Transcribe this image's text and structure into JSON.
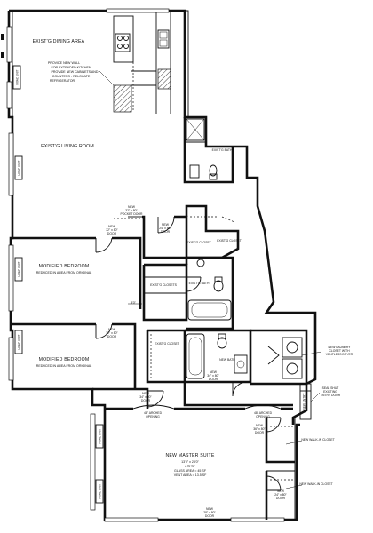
{
  "rooms": {
    "dining": "EXIST'G DINING AREA",
    "living": "EXIST'G LIVING ROOM",
    "bedroom1": "MODIFIED BEDROOM",
    "bedroom1_note": "REDUCED IN AREA FROM ORIGINAL",
    "bedroom2": "MODIFIED BEDROOM",
    "bedroom2_note": "REDUCED IN AREA FROM ORIGINAL",
    "master": "NEW MASTER SUITE",
    "master_dims": "13'0\" x 23'0\"",
    "master_area": "270 SF",
    "master_glass": "GLASS AREA = 45 SF",
    "master_vent": "VENT AREA = 13.5 SF",
    "bath_top": "EXIST'G BATH",
    "closet_a": "EXIST'G CLOSET",
    "closet_b": "EXIST'G CLOSET",
    "closets": "EXIST'G CLOSETS",
    "bath_mid": "EXIST'G BATH",
    "closet_c": "EXIST'G CLOSET",
    "bath_new": "NEW BATH",
    "walkin1": "NEW WALK-IN CLOSET",
    "walkin2": "NEW WALK-IN CLOSET"
  },
  "notes": {
    "kitchen_line1": "PROVIDE NEW WALL",
    "kitchen_line2": "FOR EXTENDED KITCHEN",
    "kitchen_line3": "PROVIDE NEW CABINETS AND",
    "kitchen_line4": "COUNTERS - RELOCATE",
    "kitchen_line5": "REFRIGERATOR",
    "pocket_door_1": "NEW",
    "pocket_door_2": "32\" x 80\"",
    "pocket_door_3": "POCKET DOOR",
    "door_a_1": "NEW",
    "door_a_2": "32\" x 80\"",
    "door_a_3": "DOOR",
    "door_b_1": "NEW",
    "door_b_2": "24\" x 80\"",
    "door_b_3": "DOOR",
    "door_c_1": "NEW",
    "door_c_2": "32\" x 80\"",
    "door_c_3": "DOOR",
    "door_d_1": "NEW",
    "door_d_2": "34\" x 80\"",
    "door_d_3": "DOOR",
    "door_e_1": "NEW",
    "door_e_2": "34\" x 80\"",
    "door_e_3": "DOOR",
    "door_f_1": "NEW",
    "door_f_2": "36\" x 80\"",
    "door_f_3": "DOOR",
    "door_g_1": "NEW",
    "door_g_2": "24\" x 80\"",
    "door_g_3": "DOOR",
    "door_h_1": "NEW",
    "door_h_2": "28\" x 80\"",
    "door_h_3": "DOOR",
    "arch_left_1": "48\" ARCHED",
    "arch_left_2": "OPENING",
    "arch_right_1": "48\" ARCHED",
    "arch_right_2": "OPENING",
    "dim_3_0": "3'0\"",
    "laundry_1": "NEW LAUNDRY",
    "laundry_2": "CLOSET WITH",
    "laundry_3": "VENTLESS DRYER",
    "seal_1": "SEAL SHUT",
    "seal_2": "EXISTING",
    "seal_3": "ENTRY DOOR",
    "new_entry": "NEW ENTRY"
  },
  "hvac": {
    "unit_1": "HVAC UNIT",
    "unit_2": "HVAC UNIT",
    "unit_3": "HVAC UNIT",
    "unit_4": "HVAC UNIT",
    "unit_5": "HVAC UNIT",
    "unit_6": "HVAC UNIT"
  }
}
